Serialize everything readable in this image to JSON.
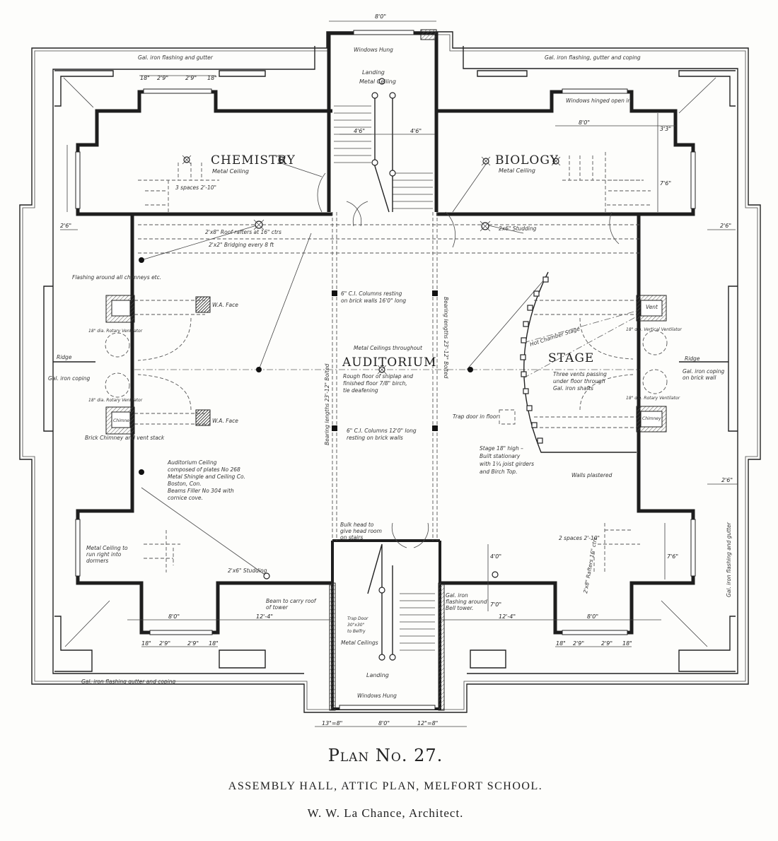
{
  "rooms": {
    "chemistry": "CHEMISTRY",
    "chemistry_ceiling": "Metal Ceiling",
    "biology": "BIOLOGY",
    "biology_ceiling": "Metal Ceiling",
    "auditorium": "AUDITORIUM",
    "stage": "STAGE",
    "landing_top": "Landing",
    "landing_top_ceiling": "Metal Ceiling",
    "landing_bottom": "Landing"
  },
  "notes": [
    "Gal. iron flashing and gutter",
    "Windows Hung",
    "Gal. iron flashing, gutter and coping",
    "Windows hinged open in",
    "2'x8\" Roof rafters at 16\" ctrs",
    "2'x2\" Bridging every 8 ft",
    "2x6\" Studding",
    "Flashing around all chimneys etc.",
    "Metal Ceilings throughout",
    "Rough floor of shiplap and",
    "finished floor 7/8\" birch,",
    "tie deafening",
    "6\" C.I. Columns resting",
    "on brick walls 16'0\" long",
    "6\" C.I. Columns 12'0\" long",
    "resting on brick walls",
    "Ridge",
    "Gal. iron coping",
    "18\" dia. Rotary Ventilator",
    "18\" dia. Rotary Ventilator",
    "Chimney",
    "Brick Chimney and vent stack",
    "W.A. Face",
    "W.A. Face",
    "Auditorium Ceiling",
    "composed of plates No 268",
    "Metal Shingle and Ceiling Co.",
    "Boston, Con.",
    "Beams Filler No 304 with",
    "cornice cove.",
    "Hot Chamber Stage",
    "Three vents passing",
    "under floor through",
    "Gal. iron shafts",
    "Vent",
    "Chimney",
    "18\" dia. Vertical Ventilator",
    "18\" dia. Rotary Ventilator",
    "Ridge",
    "Gal. iron coping",
    "on brick wall",
    "Trap door in floor",
    "Stage 18\" high –",
    "Built stationary",
    "with 1¼ joist girders",
    "and Birch Top.",
    "Walls plastered",
    "Metal Ceiling to",
    "run right into",
    "dormers",
    "2'x6\" Studding",
    "Beam to carry roof",
    "of tower",
    "Gal. iron",
    "flashing around",
    "Bell tower.",
    "Bulk head to",
    "give head room",
    "on stairs",
    "Trap Door",
    "30\"x30\"",
    "to Belfry",
    "Metal Ceilings",
    "Windows Hung",
    "Gal. iron flashing gutter and coping",
    "Gal. iron flashing and gutter",
    "3 spaces 2'-10\"",
    "2 spaces 2'-10\"",
    "2'x8\" Rafters 16\" ctrs",
    "Bearing lengths 23'-12\" Bolted",
    "Bearing lengths 23'-12\" Bolted"
  ],
  "dimensions": [
    "8'0\"",
    "4'6\"",
    "4'6\"",
    "8'0\"",
    "3'3\"",
    "7'6\"",
    "18\"",
    "2'9\"",
    "2'9\"",
    "18\"",
    "8'0\"",
    "12'-4\"",
    "12'-4\"",
    "8'0\"",
    "18\"",
    "2'9\"",
    "2'9\"",
    "18\"",
    "18\"",
    "2'9\"",
    "2'9\"",
    "18\"",
    "13\"=8\"",
    "8'0\"",
    "12\"=8\"",
    "7'0\"",
    "4'0\"",
    "7'6\"",
    "2'6\"",
    "2'6\"",
    "2'6\""
  ],
  "caption": {
    "plan_number": "Plan No. 27.",
    "title": "ASSEMBLY HALL, ATTIC PLAN, MELFORT SCHOOL.",
    "architect": "W. W. La Chance, Architect."
  }
}
